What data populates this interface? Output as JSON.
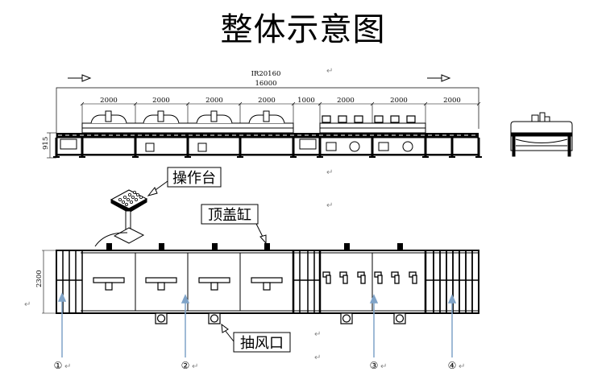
{
  "title": "整体示意图",
  "side_view": {
    "model": "IR20160",
    "total_length": "16000",
    "height": "915",
    "sections": [
      "2000",
      "2000",
      "2000",
      "2000",
      "1000",
      "2000",
      "2000",
      "2000"
    ],
    "direction_arrows": [
      "flow-left",
      "flow-right"
    ]
  },
  "top_view": {
    "width": "2300",
    "callouts": {
      "console": "操作台",
      "top_cover_cylinder": "顶盖缸",
      "exhaust_port": "抽风口"
    },
    "markers": [
      "①",
      "②",
      "③",
      "④"
    ]
  },
  "paragraph_mark": "↵",
  "colors": {
    "line": "#000000",
    "pointer_arrow": "#7fa3c8",
    "paragraph_mark": "#888888"
  }
}
